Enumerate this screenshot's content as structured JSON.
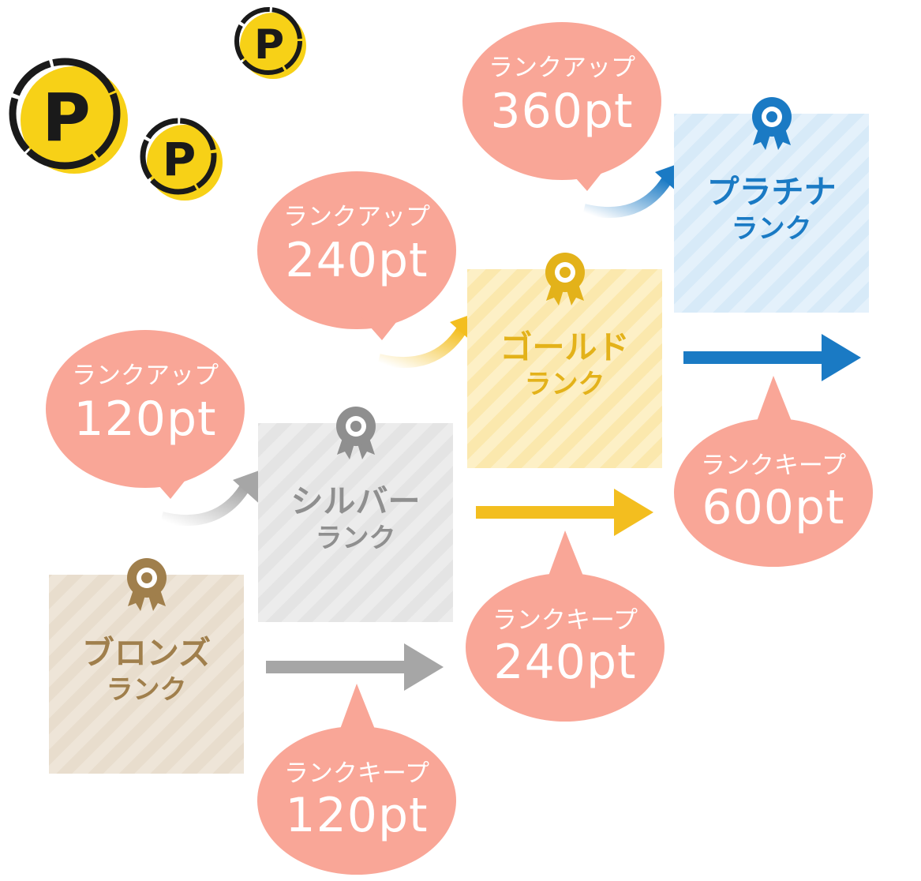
{
  "colors": {
    "bubble": "#f9a697",
    "bronze": "#a07f4c",
    "silver": "#8f8f8f",
    "gold": "#e3b21a",
    "platinum": "#1a7ac4",
    "arrow_gray": "#a6a6a6",
    "arrow_gold": "#f3be1f",
    "arrow_blue": "#1a7ac4",
    "coin": "#f7d117"
  },
  "coins": {
    "letter": "P"
  },
  "ranks": [
    {
      "name": "ブロンズ",
      "sub": "ランク",
      "icon": "ribbon-medal-icon"
    },
    {
      "name": "シルバー",
      "sub": "ランク",
      "icon": "ribbon-medal-icon"
    },
    {
      "name": "ゴールド",
      "sub": "ランク",
      "icon": "ribbon-medal-icon"
    },
    {
      "name": "プラチナ",
      "sub": "ランク",
      "icon": "ribbon-medal-icon"
    }
  ],
  "rank_up": [
    {
      "label": "ランクアップ",
      "points": "120pt"
    },
    {
      "label": "ランクアップ",
      "points": "240pt"
    },
    {
      "label": "ランクアップ",
      "points": "360pt"
    }
  ],
  "rank_keep": [
    {
      "label": "ランクキープ",
      "points": "120pt"
    },
    {
      "label": "ランクキープ",
      "points": "240pt"
    },
    {
      "label": "ランクキープ",
      "points": "600pt"
    }
  ]
}
